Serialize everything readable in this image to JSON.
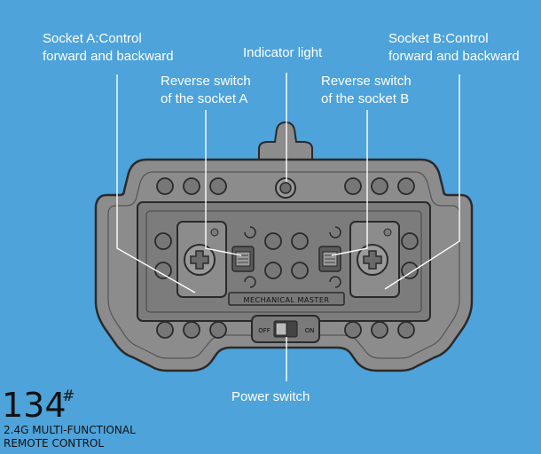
{
  "labels": {
    "socket_a_line1": "Socket A:Control",
    "socket_a_line2": "forward and backward",
    "indicator": "Indicator light",
    "socket_b_line1": "Socket B:Control",
    "socket_b_line2": "forward and backward",
    "reverse_a_line1": "Reverse switch",
    "reverse_a_line2": "of the socket A",
    "reverse_b_line1": "Reverse switch",
    "reverse_b_line2": "of the socket B",
    "power_switch": "Power switch"
  },
  "device": {
    "brand_plate": "MECHANICAL MASTER",
    "switch_off": "OFF",
    "switch_on": "ON"
  },
  "product": {
    "model_number": "134",
    "model_mark": "#",
    "desc_line1": "2.4G MULTI-FUNCTIONAL",
    "desc_line2": "REMOTE CONTROL"
  },
  "colors": {
    "background": "#4da3da",
    "body": "#8c8c8c",
    "outline": "#2a2a2a",
    "label_text": "#ffffff"
  }
}
